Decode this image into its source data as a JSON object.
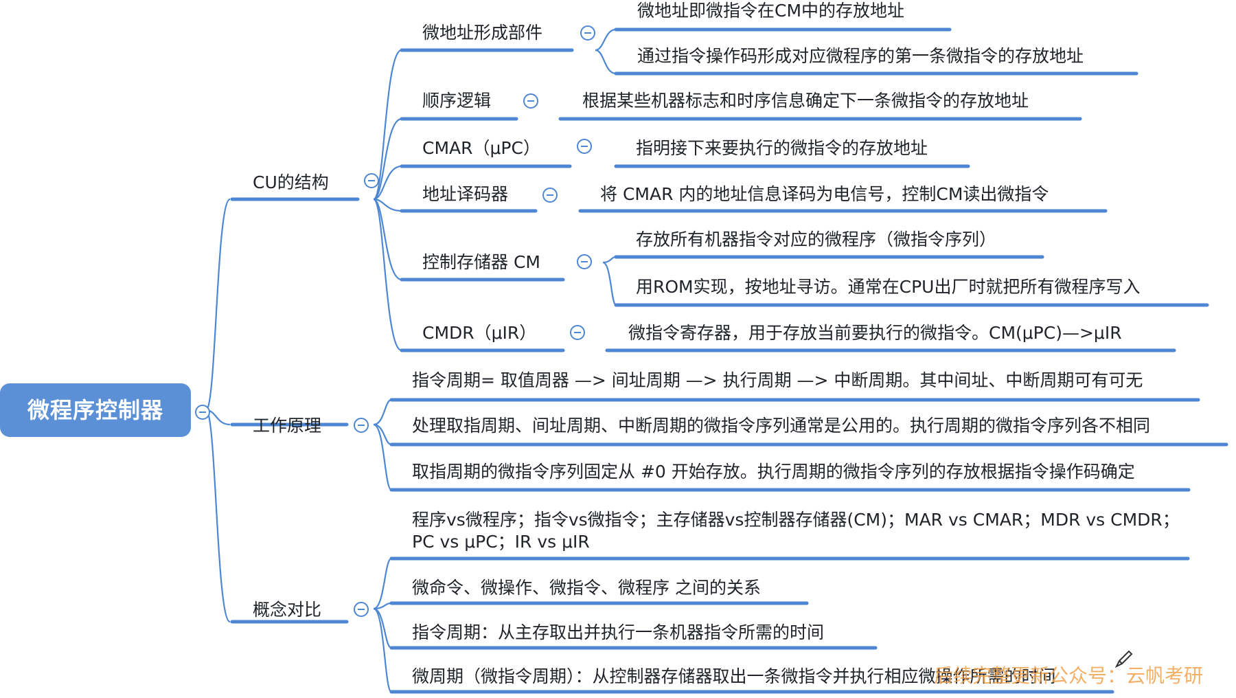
{
  "root": {
    "label": "微程序控制器"
  },
  "cu": {
    "label": "CU的结构",
    "microaddr": {
      "label": "微地址形成部件",
      "notes": [
        "微地址即微指令在CM中的存放地址",
        "通过指令操作码形成对应微程序的第一条微指令的存放地址"
      ]
    },
    "seq": {
      "label": "顺序逻辑",
      "note": "根据某些机器标志和时序信息确定下一条微指令的存放地址"
    },
    "cmar": {
      "label": "CMAR（μPC）",
      "note": "指明接下来要执行的微指令的存放地址"
    },
    "decoder": {
      "label": "地址译码器",
      "note": "将 CMAR 内的地址信息译码为电信号，控制CM读出微指令"
    },
    "cm": {
      "label": "控制存储器 CM",
      "notes": [
        "存放所有机器指令对应的微程序（微指令序列）",
        "用ROM实现，按地址寻访。通常在CPU出厂时就把所有微程序写入"
      ]
    },
    "cmdr": {
      "label": "CMDR（μIR）",
      "note": "微指令寄存器，用于存放当前要执行的微指令。CM(μPC)—>μIR"
    }
  },
  "work": {
    "label": "工作原理",
    "items": [
      "指令周期= 取值周器 —> 间址周期 —> 执行周期 —> 中断周期。其中间址、中断周期可有可无",
      "处理取指周期、间址周期、中断周期的微指令序列通常是公用的。执行周期的微指令序列各不相同",
      "取指周期的微指令序列固定从 #0 开始存放。执行周期的微指令序列的存放根据指令操作码确定"
    ]
  },
  "concept": {
    "label": "概念对比",
    "items": [
      "程序vs微程序；指令vs微指令；主存储器vs控制器存储器(CM)；MAR vs CMAR；MDR vs CMDR；PC vs μPC；IR vs μIR",
      "微命令、微操作、微指令、微程序 之间的关系",
      "指令周期：从主存取出并执行一条机器指令所需的时间",
      "微周期（微指令周期）：从控制器存储器取出一条微指令并执行相应微操作所需的时间"
    ]
  },
  "watermark": "后续完整更新公众号：云帆考研",
  "icons": {
    "collapse": "minus-circle-icon",
    "pen": "pen-icon"
  },
  "colors": {
    "line": "#4d86d2",
    "root": "#5b8fd6",
    "watermark": "#f0a24b"
  }
}
